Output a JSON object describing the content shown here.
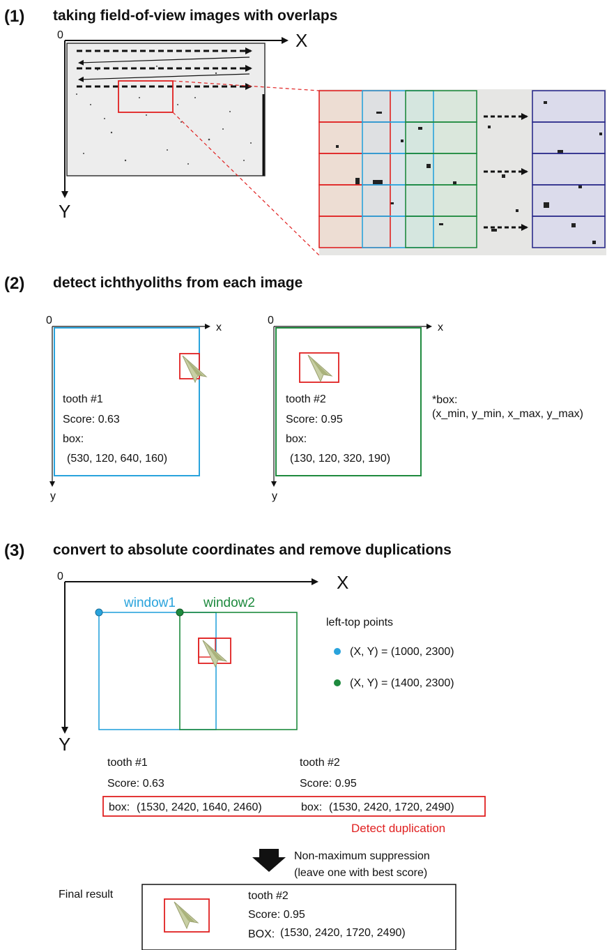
{
  "section1": {
    "number": "(1)",
    "heading": "taking field-of-view images with overlaps",
    "origin": "0",
    "x_axis": "X",
    "y_axis": "Y"
  },
  "section2": {
    "number": "(2)",
    "heading": "detect ichthyoliths from each image",
    "panel1": {
      "origin": "0",
      "x_axis": "x",
      "y_axis": "y",
      "tooth": "tooth #1",
      "score": "Score: 0.63",
      "box_label": "box:",
      "box": "(530, 120, 640, 160)",
      "color": "#29a3dc"
    },
    "panel2": {
      "origin": "0",
      "x_axis": "x",
      "y_axis": "y",
      "tooth": "tooth #2",
      "score": "Score: 0.95",
      "box_label": "box:",
      "box": "(130, 120, 320, 190)",
      "color": "#1e8a3e"
    },
    "note_title": "*box:",
    "note_format": "(x_min, y_min, x_max, y_max)"
  },
  "section3": {
    "number": "(3)",
    "heading": "convert to absolute coordinates and remove duplications",
    "origin": "0",
    "x_axis": "X",
    "y_axis": "Y",
    "window1": "window1",
    "window2": "window2",
    "legend_title": "left-top points",
    "point1": "(X, Y) = (1000, 2300)",
    "point2": "(X, Y) = (1400, 2300)",
    "det1": {
      "tooth": "tooth #1",
      "score": "Score: 0.63",
      "box_label": "box:",
      "box": "(1530, 2420, 1640, 2460)"
    },
    "det2": {
      "tooth": "tooth #2",
      "score": "Score: 0.95",
      "box_label": "box:",
      "box": "(1530, 2420, 1720, 2490)"
    },
    "duplication": "Detect duplication",
    "nms_line1": "Non-maximum suppression",
    "nms_line2": "(leave one with best score)",
    "final_label": "Final result",
    "final": {
      "tooth": "tooth #2",
      "score": "Score: 0.95",
      "box_label": "BOX:",
      "box": "(1530, 2420, 1720, 2490)"
    }
  },
  "colors": {
    "red": "#e02020",
    "blue": "#29a3dc",
    "green": "#1e8a3e",
    "navy": "#2c2c8c",
    "text": "#111111"
  },
  "icons": [
    "tooth-icon",
    "arrow-down-icon",
    "right-arrow-icon"
  ]
}
